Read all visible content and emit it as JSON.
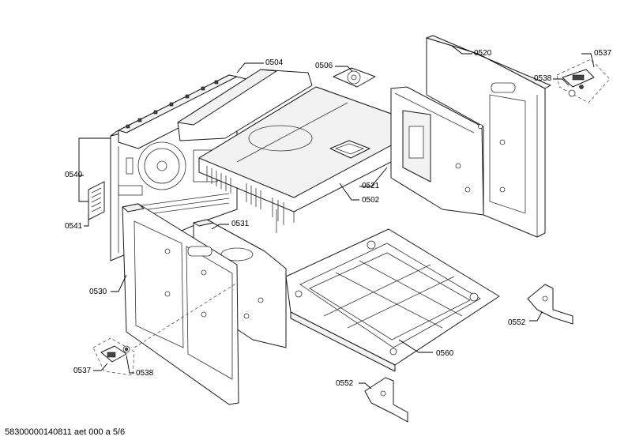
{
  "labels": {
    "l0504": "0504",
    "l0506": "0506",
    "l0520": "0520",
    "l0537_top": "0537",
    "l0538_top": "0538",
    "l0540": "0540",
    "l0541": "0541",
    "l0521": "0521",
    "l0502": "0502",
    "l0531": "0531",
    "l0530": "0530",
    "l0552_right": "0552",
    "l0560": "0560",
    "l0537_bottom": "0537",
    "l0538_bottom": "0538",
    "l0552_bottom": "0552"
  },
  "footer": "58300000140811 aet 000 a 5/6"
}
